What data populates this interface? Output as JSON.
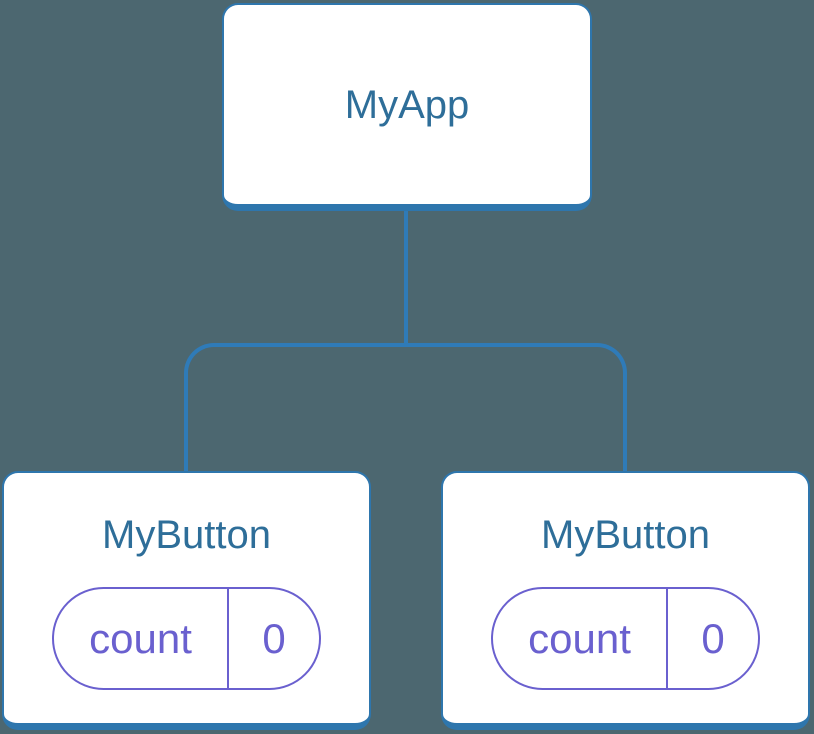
{
  "diagram": {
    "root": {
      "title": "MyApp"
    },
    "children": [
      {
        "title": "MyButton",
        "state_pill": {
          "name": "count",
          "value": "0"
        }
      },
      {
        "title": "MyButton",
        "state_pill": {
          "name": "count",
          "value": "0"
        }
      }
    ]
  },
  "colors": {
    "background": "#4C6770",
    "connector": "#2F7BB8",
    "card_border": "#2E76AD",
    "card_background": "#FFFFFF",
    "title_text": "#2E6E99",
    "state_accent": "#6A60CF"
  }
}
